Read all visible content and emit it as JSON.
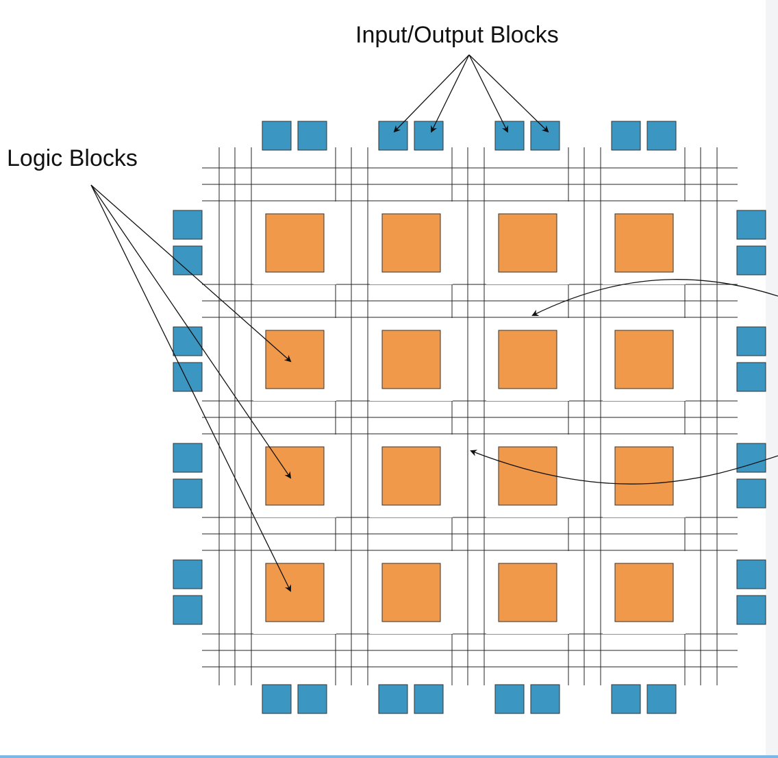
{
  "labels": {
    "io": "Input/Output Blocks",
    "logic": "Logic Blocks"
  },
  "grid": {
    "rows": 4,
    "cols": 4
  },
  "colors": {
    "logic_block": "#f0994a",
    "io_block": "#3b96c2",
    "block_stroke": "#333333",
    "wire": "#222222",
    "arrow": "#111111"
  },
  "icons": {
    "logic_block": "orange-square",
    "io_block": "blue-square"
  }
}
